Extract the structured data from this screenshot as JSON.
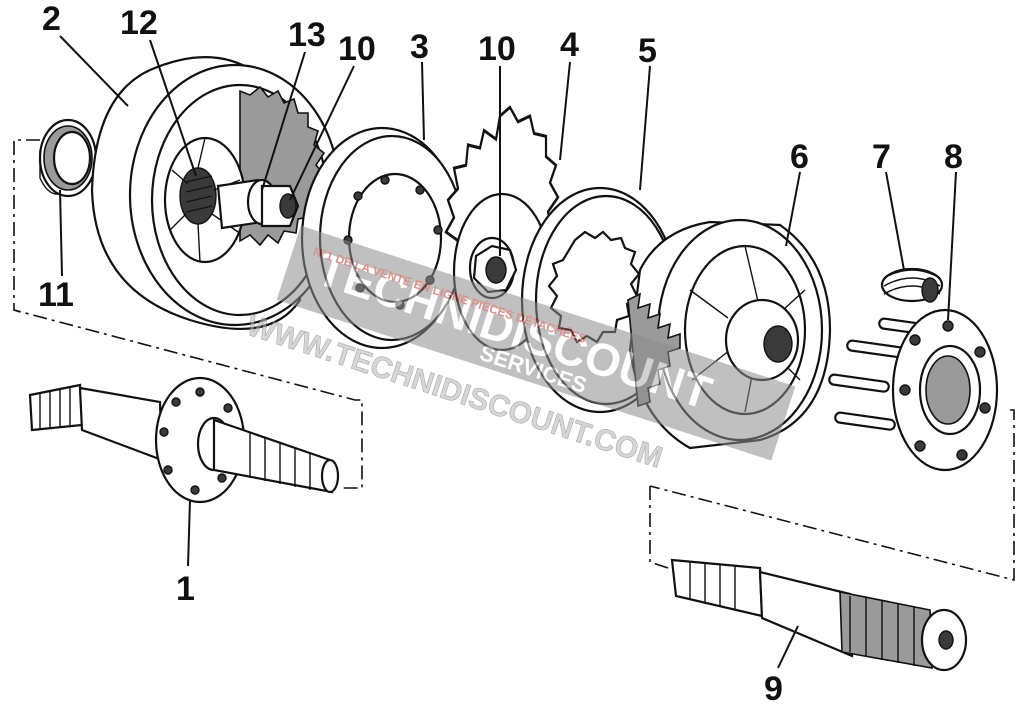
{
  "diagram": {
    "callouts": [
      {
        "id": "1",
        "text": "1"
      },
      {
        "id": "2",
        "text": "2"
      },
      {
        "id": "3",
        "text": "3"
      },
      {
        "id": "4",
        "text": "4"
      },
      {
        "id": "5",
        "text": "5"
      },
      {
        "id": "6",
        "text": "6"
      },
      {
        "id": "7",
        "text": "7"
      },
      {
        "id": "8",
        "text": "8"
      },
      {
        "id": "9",
        "text": "9"
      },
      {
        "id": "10a",
        "text": "10"
      },
      {
        "id": "10b",
        "text": "10"
      },
      {
        "id": "11",
        "text": "11"
      },
      {
        "id": "12",
        "text": "12"
      },
      {
        "id": "13",
        "text": "13"
      }
    ],
    "watermark": {
      "logo_text": "TECHNIDISCOUNT",
      "logo_sub": "SERVICES",
      "url": "WWW.TECHNIDISCOUNT.COM",
      "tagline": "N°1 DE LA VENTE EN LIGNE PIÈCES DÉTACHÉES",
      "color": "#c0392b"
    }
  }
}
